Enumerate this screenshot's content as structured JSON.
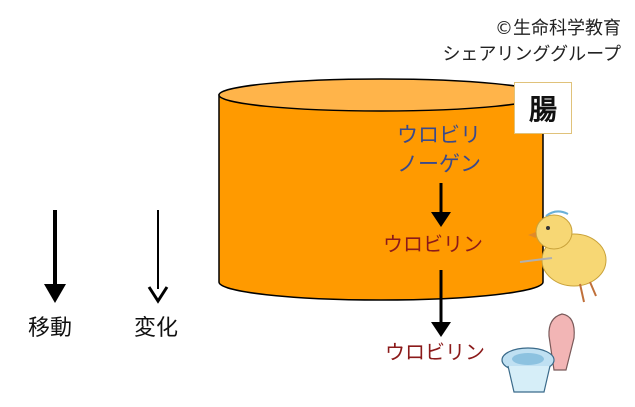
{
  "credit": {
    "line1": "©生命科学教育",
    "line2": "シェアリンググループ"
  },
  "organ_label": "腸",
  "flow": {
    "start_line1": "ウロビリ",
    "start_line2": "ノーゲン",
    "middle": "ウロビリン",
    "end": "ウロビリン"
  },
  "legend": {
    "movement": "移動",
    "change": "変化"
  },
  "colors": {
    "container": "#ff9a00",
    "blue_text": "#3a4a8c",
    "red_text": "#8b1a1a"
  },
  "icons": [
    "chick-icon",
    "toilet-icon"
  ]
}
